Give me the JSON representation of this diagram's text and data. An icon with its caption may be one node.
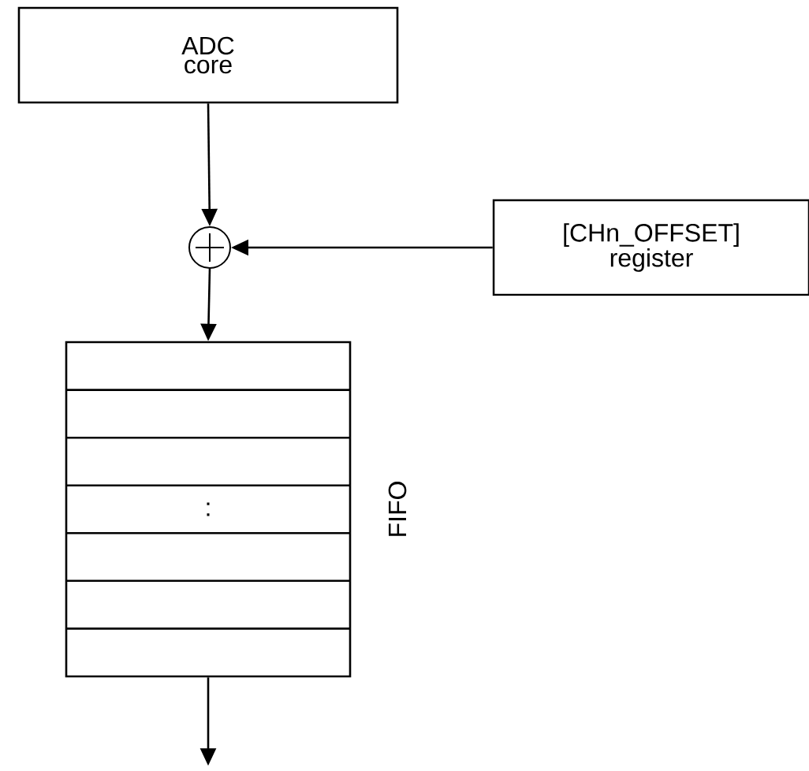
{
  "diagram": {
    "nodes": [
      {
        "text": [
          "ADC core"
        ]
      },
      {
        "text": [],
        "shape": "circle"
      },
      {
        "text": [
          "[CHn_OFFSET] register"
        ]
      },
      {
        "text": [
          ":"
        ],
        "beside": [
          "FIFO"
        ]
      }
    ],
    "edges": [
      {
        "from": 0,
        "to": 1,
        "arrow": "to"
      },
      {
        "from": 2,
        "to": 1,
        "arrow": "to"
      },
      {
        "from": 1,
        "to": 3,
        "arrow": "to"
      },
      {
        "from": 3,
        "to": null,
        "arrow": "to"
      }
    ]
  }
}
